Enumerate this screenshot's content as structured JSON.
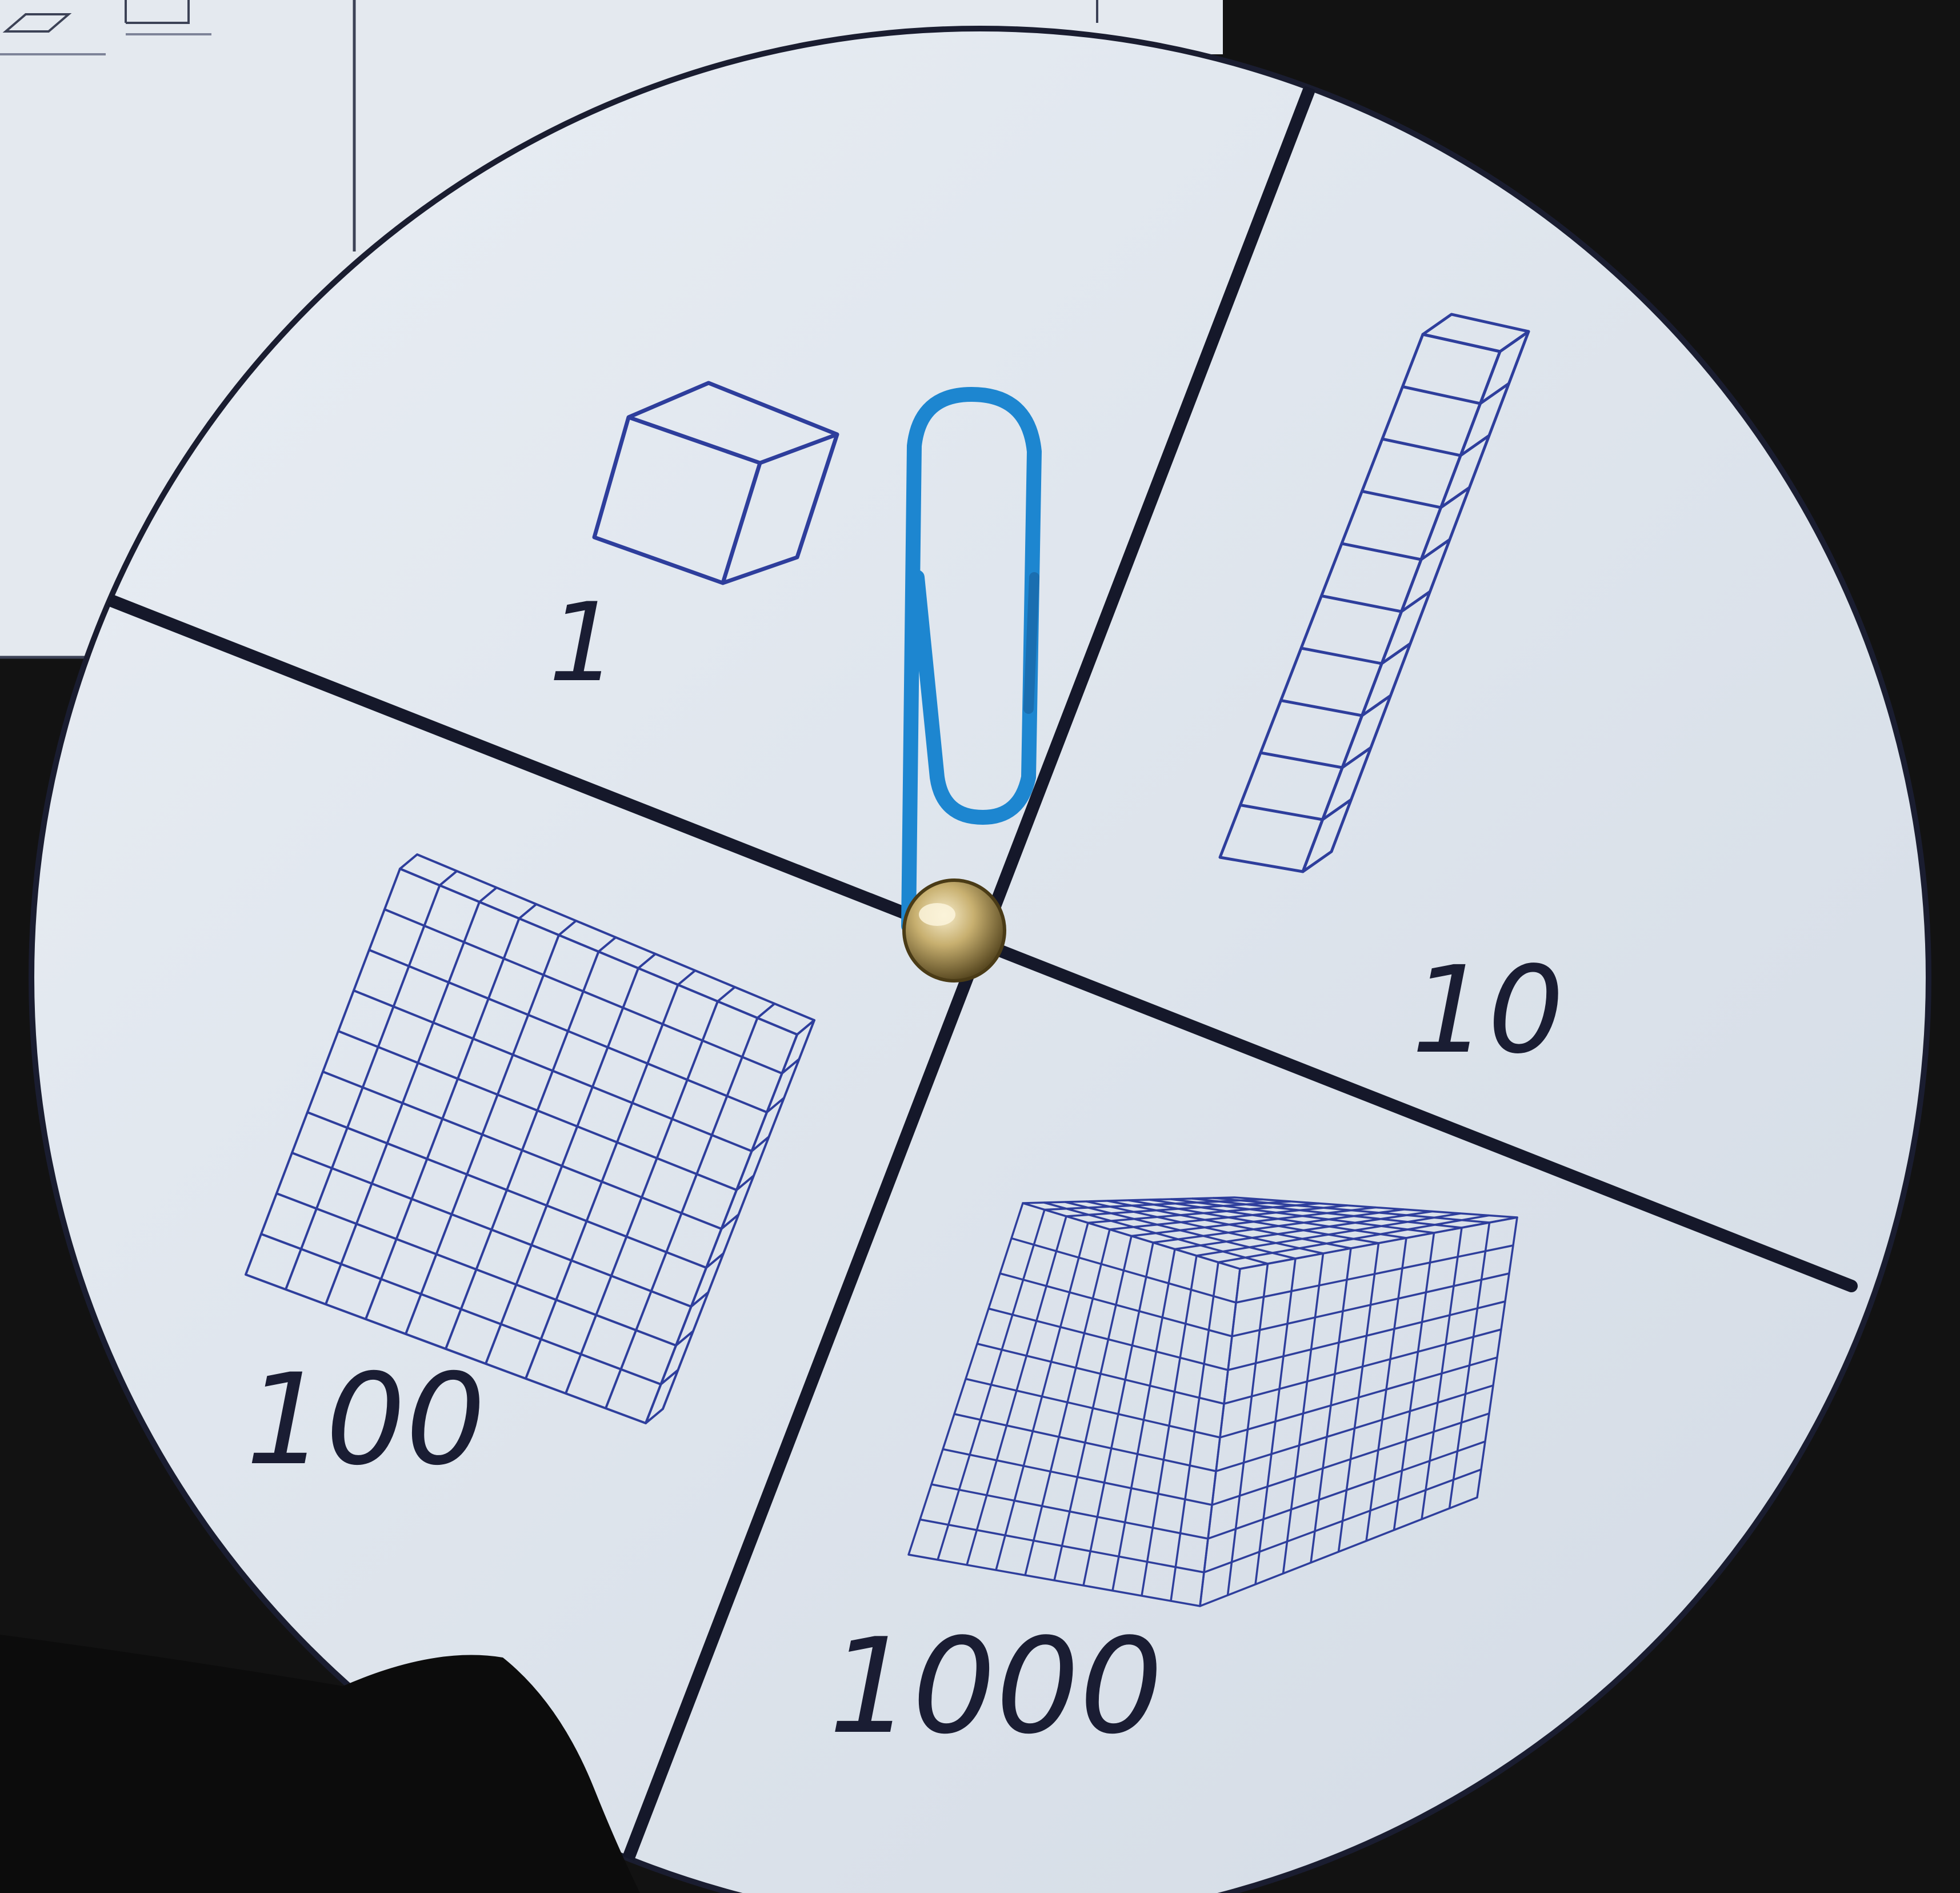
{
  "spinner": {
    "sections": [
      {
        "label": "1",
        "icon": "unit-cube-icon"
      },
      {
        "label": "10",
        "icon": "ten-rod-icon"
      },
      {
        "label": "100",
        "icon": "hundred-flat-icon"
      },
      {
        "label": "1000",
        "icon": "thousand-cube-icon"
      }
    ],
    "pointer": "paperclip-icon",
    "center_pin": "brass-fastener-icon"
  },
  "colors": {
    "background": "#121212",
    "paper": "#dfe6ee",
    "divider": "#15182a",
    "drawing_ink": "#2e3e9c",
    "paperclip": "#1d86d0",
    "fastener": "#c8b070"
  }
}
